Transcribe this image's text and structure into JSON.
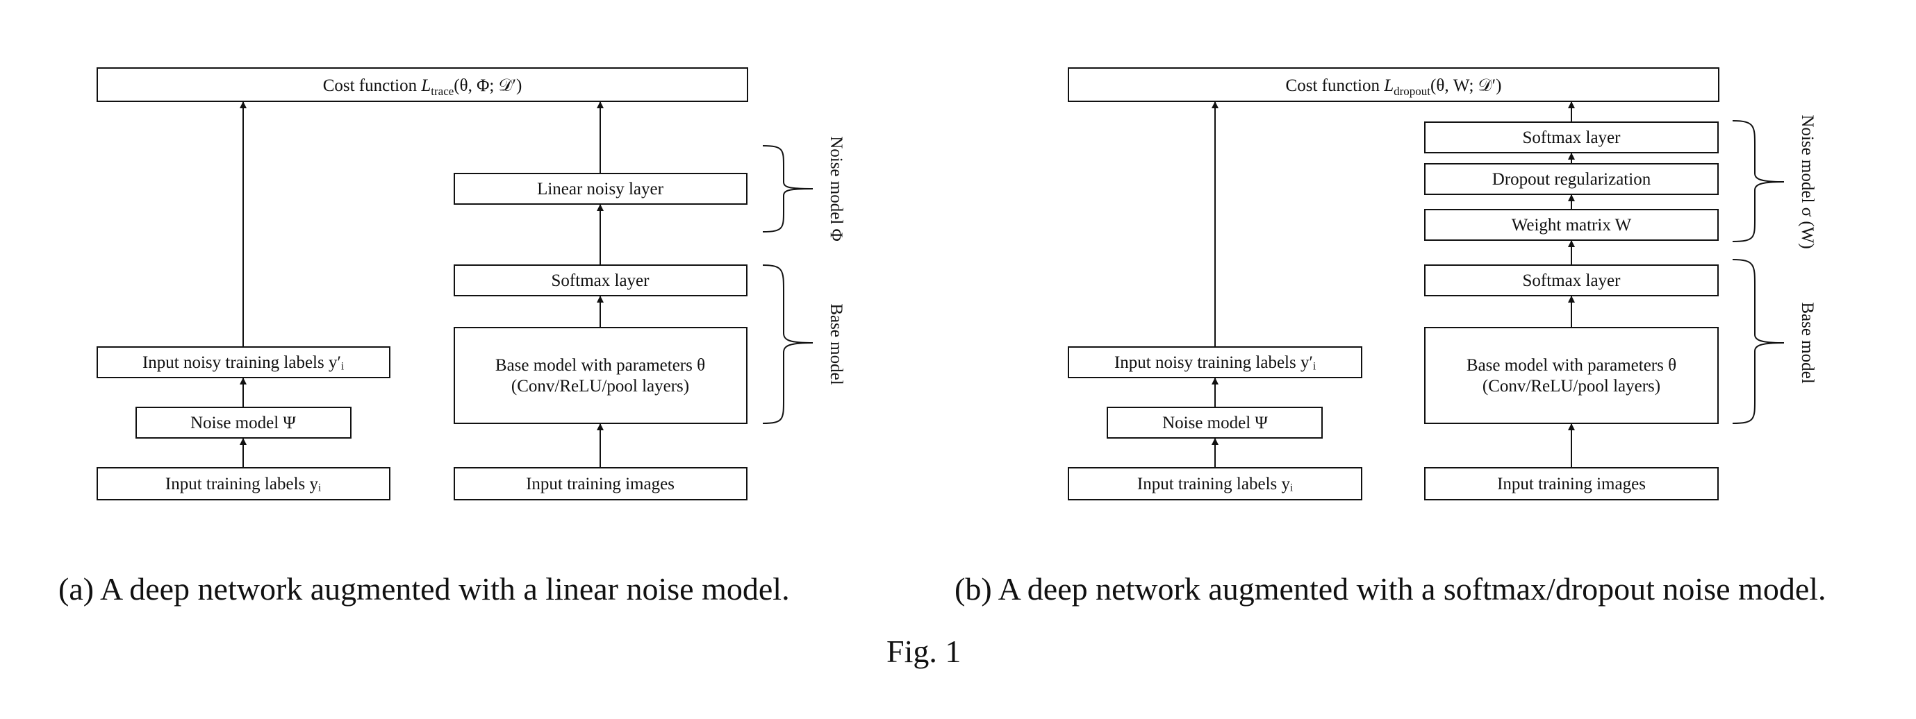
{
  "left": {
    "cost": {
      "prefix": "Cost function ",
      "sym": "L",
      "sub": "trace",
      "args": "(θ, Φ; 𝒟′)"
    },
    "linear_noisy": "Linear noisy layer",
    "softmax": "Softmax layer",
    "base_line1": "Base model with parameters θ",
    "base_line2": "(Conv/ReLU/pool layers)",
    "input_images": "Input training images",
    "noisy_labels": "Input noisy training labels  y′ᵢ",
    "noise_model": "Noise model Ψ",
    "input_labels": "Input training labels  yᵢ",
    "side_noise": "Noise model Φ",
    "side_base": "Base model"
  },
  "right": {
    "cost": {
      "prefix": "Cost function ",
      "sym": "L",
      "sub": "dropout",
      "args": "(θ, W; 𝒟′)"
    },
    "softmax_top": "Softmax layer",
    "dropout": "Dropout regularization",
    "weight": "Weight matrix W",
    "softmax": "Softmax layer",
    "base_line1": "Base model with parameters θ",
    "base_line2": "(Conv/ReLU/pool layers)",
    "input_images": "Input training images",
    "noisy_labels": "Input noisy training labels  y′ᵢ",
    "noise_model": "Noise model Ψ",
    "input_labels": "Input training labels  yᵢ",
    "side_noise": "Noise model  σ (W)",
    "side_base": "Base model"
  },
  "captions": {
    "a": "(a) A deep network augmented with a linear noise model.",
    "b": "(b) A deep network augmented with a softmax/dropout noise model.",
    "fig": "Fig. 1"
  }
}
